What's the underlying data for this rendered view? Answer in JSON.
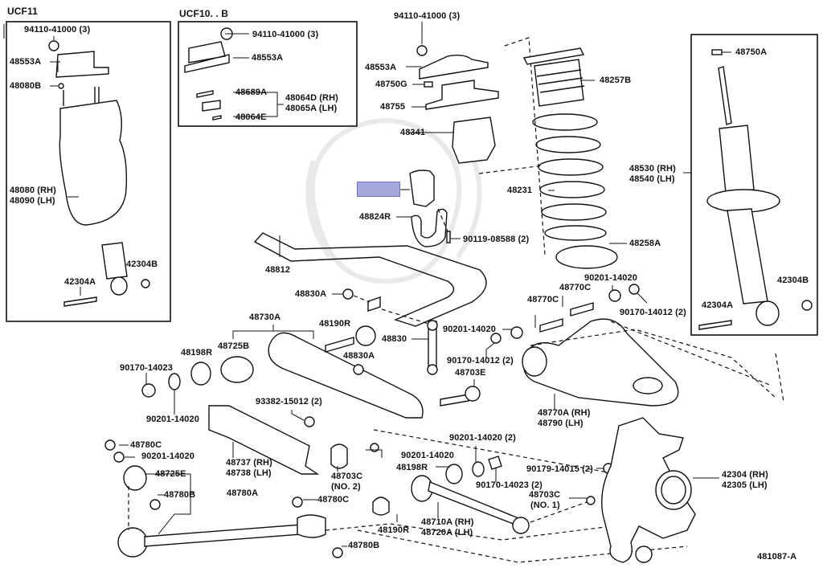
{
  "diagram": {
    "type": "exploded-parts-diagram",
    "subject": "Rear suspension assembly",
    "figure_code": "481087-A",
    "highlighted_part": "stabilizer bushing (label hidden by highlight)",
    "highlight_color": "#a6a8dc"
  },
  "insets": {
    "ucf11": {
      "title": "UCF11",
      "labels": {
        "nut": "94110-41000 (3)",
        "support": "48553A",
        "spacer": "48080B",
        "air_spring_rh": "48080 (RH)",
        "air_spring_lh": "48090 (LH)",
        "bolt": "42304A",
        "nut_b": "42304B"
      }
    },
    "ucf10b": {
      "title": "UCF10. . B",
      "labels": {
        "nut": "94110-41000 (3)",
        "support": "48553A",
        "plate": "48689A",
        "bracket_rh": "48064D (RH)",
        "bracket_lh": "48065A (LH)",
        "clip": "48064E"
      }
    },
    "shock": {
      "labels": {
        "nut": "48750A",
        "absorber_rh": "48530 (RH)",
        "absorber_lh": "48540 (LH)",
        "bolt": "42304A",
        "nut_b": "42304B"
      }
    }
  },
  "labels": {
    "top_nut": "94110-41000 (3)",
    "support": "48553A",
    "nut_g": "48750G",
    "mount": "48755",
    "bumper": "48341",
    "insulator_upper": "48257B",
    "spring": "48231",
    "insulator_lower": "48258A",
    "bracket": "48824R",
    "bracket_bolt": "90119-08588 (2)",
    "stabilizer_bar": "48812",
    "link_nut": "48830A",
    "link": "48830",
    "arm_assy": "48730A",
    "bolt_r": "48190R",
    "washer_r": "48198R",
    "bushing_b": "48725B",
    "link_nut_2": "48830A",
    "washer_1": "90201-14020",
    "nut_1": "90170-14012 (2)",
    "bolt_e": "48703E",
    "cam_bolt_c1": "48770C",
    "cam_bolt_c2": "48770C",
    "washer_upper": "90201-14020",
    "nut_upper": "90170-14012 (2)",
    "upper_arm_rh": "48770A (RH)",
    "upper_arm_lh": "48790 (LH)",
    "nut_left": "90170-14023",
    "washer_left": "90201-14020",
    "clip_s": "93382-15012 (2)",
    "cover_rh": "48737 (RH)",
    "cover_lh": "48738 (LH)",
    "bolt_c_no2": "48703C",
    "bolt_c_no2_sub": "(NO. 2)",
    "nut_c_left": "48780C",
    "washer_left2": "90201-14020",
    "bushing_e": "48725E",
    "bolt_b_left": "48780B",
    "strut_rod": "48780A",
    "nut_c_mid": "48780C",
    "bolt_b_mid": "48780B",
    "washer_2": "90201-14020 (2)",
    "washer_3": "90201-14020",
    "washer_r2": "48198R",
    "nut_2": "90170-14023 (2)",
    "nut_3": "90179-14015 (2)",
    "bolt_r2": "48190R",
    "toe_arm_rh": "48710A (RH)",
    "toe_arm_lh": "48720A (LH)",
    "bolt_c_no1": "48703C",
    "bolt_c_no1_sub": "(NO. 1)",
    "knuckle_rh": "42304 (RH)",
    "knuckle_lh": "42305 (LH)"
  }
}
